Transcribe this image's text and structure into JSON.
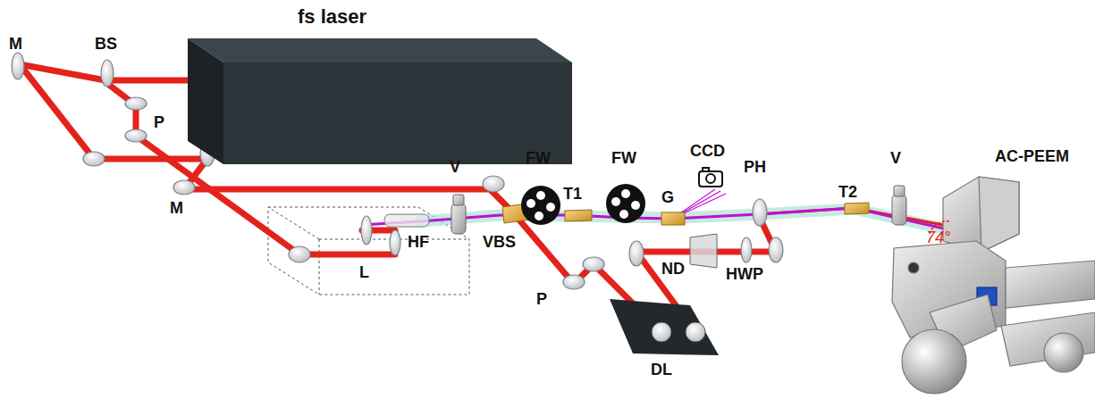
{
  "diagram": {
    "nodes": [
      {
        "text": [
          "fs laser"
        ]
      }
    ],
    "labels": [
      "M",
      "BS",
      "P",
      "M",
      "V",
      "L",
      "HF",
      "VBS",
      "FW",
      "T1",
      "FW",
      "G",
      "CCD",
      "PH",
      "ND",
      "HWP",
      "P",
      "DL",
      "T2",
      "V",
      "AC-PEEM",
      "74°"
    ]
  }
}
